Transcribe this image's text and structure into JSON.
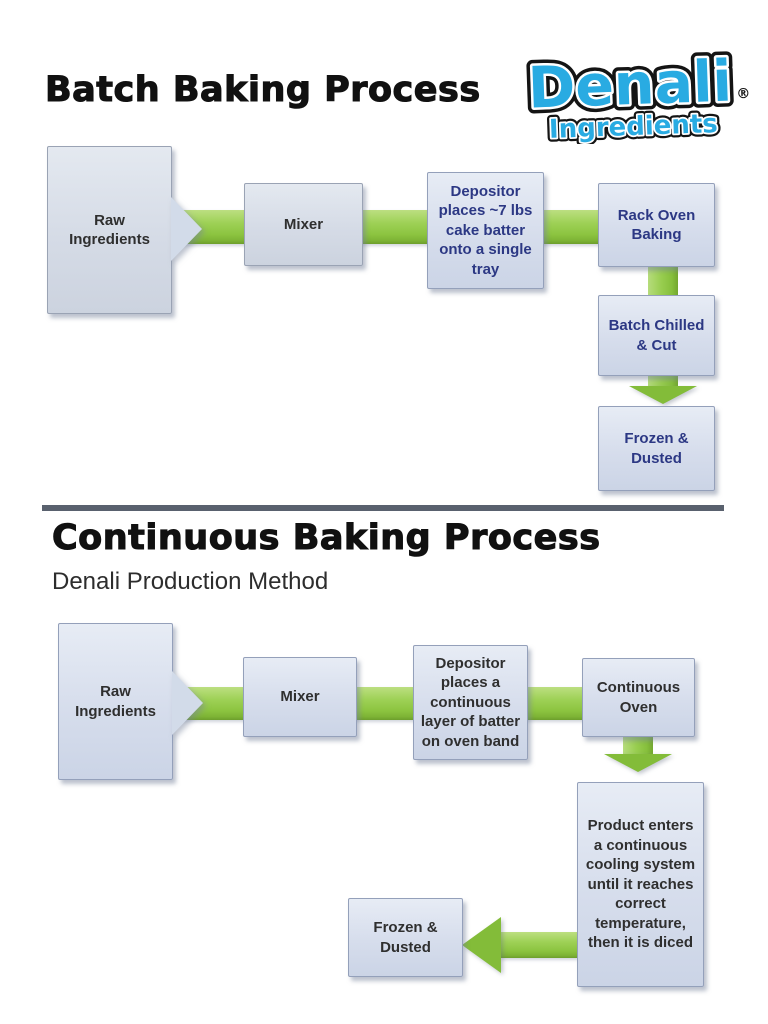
{
  "logo": {
    "name": "Denali",
    "registered": "®",
    "tagline": "Ingredients"
  },
  "batch_process": {
    "title": "Batch Baking Process",
    "steps": [
      {
        "id": "raw-ingredients",
        "label": "Raw Ingredients"
      },
      {
        "id": "mixer",
        "label": "Mixer"
      },
      {
        "id": "depositor",
        "label": "Depositor places ~7 lbs cake batter onto a single tray"
      },
      {
        "id": "rack-oven-baking",
        "label": "Rack Oven Baking"
      },
      {
        "id": "batch-chilled-cut",
        "label": "Batch Chilled & Cut"
      },
      {
        "id": "frozen-dusted",
        "label": "Frozen & Dusted"
      }
    ]
  },
  "continuous_process": {
    "title": "Continuous Baking Process",
    "subtitle": "Denali Production Method",
    "steps": [
      {
        "id": "raw-ingredients",
        "label": "Raw Ingredients"
      },
      {
        "id": "mixer",
        "label": "Mixer"
      },
      {
        "id": "depositor",
        "label": "Depositor places a continuous layer of batter on oven band"
      },
      {
        "id": "continuous-oven",
        "label": "Continuous Oven"
      },
      {
        "id": "cooling-system",
        "label": "Product enters a continuous cooling system until it reaches correct temperature, then it is diced"
      },
      {
        "id": "frozen-dusted",
        "label": "Frozen & Dusted"
      }
    ]
  },
  "colors": {
    "arrow_green": "#8cc43e",
    "box_fill_blue": "#d6ddec",
    "box_fill_gray": "#d5dbe6",
    "navy_text": "#2c3884",
    "dark_text": "#2f2f2f",
    "divider": "#59616e",
    "logo_blue": "#29abe2"
  }
}
